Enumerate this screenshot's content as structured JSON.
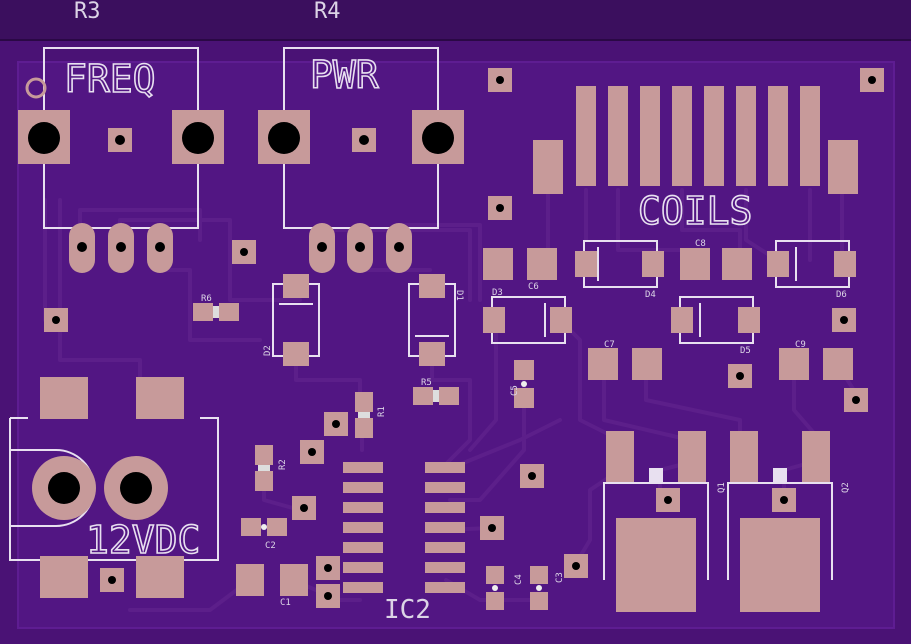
{
  "board": {
    "top_refs": [
      "R3",
      "R4"
    ],
    "labels": {
      "freq": "FREQ",
      "pwr": "PWR",
      "coils": "COILS",
      "power_in": "12VDC",
      "ic": "IC2"
    },
    "components": {
      "r1": "R1",
      "r2": "R2",
      "r5": "R5",
      "r6": "R6",
      "c1": "C1",
      "c2": "C2",
      "c3": "C3",
      "c4": "C4",
      "c5": "C5",
      "c6": "C6",
      "c7": "C7",
      "c8": "C8",
      "c9": "C9",
      "d1": "D1",
      "d2": "D2",
      "d3": "D3",
      "d4": "D4",
      "d5": "D5",
      "d6": "D6",
      "q1": "Q1",
      "q2": "Q2"
    },
    "colors": {
      "board": "#4a1275",
      "pad": "#c79a9a",
      "silkscreen": "#e8e0f0"
    }
  }
}
